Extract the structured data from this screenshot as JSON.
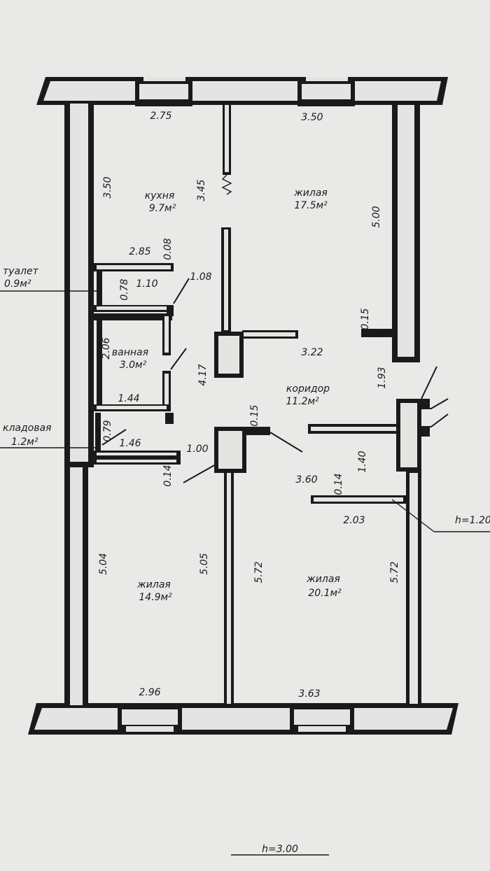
{
  "rooms": {
    "kitchen": {
      "name": "кухня",
      "area": "9.7м²"
    },
    "living_top": {
      "name": "жилая",
      "area": "17.5м²"
    },
    "toilet": {
      "name": "туалет",
      "area": "0.9м²"
    },
    "bathroom": {
      "name": "ванная",
      "area": "3.0м²"
    },
    "corridor": {
      "name": "коридор",
      "area": "11.2м²"
    },
    "storage": {
      "name": "кладовая",
      "area": "1.2м²"
    },
    "living_left": {
      "name": "жилая",
      "area": "14.9м²"
    },
    "living_right": {
      "name": "жилая",
      "area": "20.1м²"
    }
  },
  "dimensions": {
    "kitchen_top": "2.75",
    "living_top_top": "3.50",
    "kitchen_left": "3.50",
    "kitchen_right": "3.45",
    "living_top_right": "5.00",
    "kitchen_bottom": "2.85",
    "kitchen_wall": "0.08",
    "toilet_height": "0.78",
    "toilet_width": "1.10",
    "toilet_door": "1.08",
    "stub": "0.15",
    "corridor_top": "3.22",
    "bath_height": "2.06",
    "corridor_left": "4.17",
    "corridor_right": "1.93",
    "bath_width": "1.44",
    "storage_height": "0.79",
    "storage_width": "1.46",
    "door_mid": "0.15",
    "storage_door": "1.00",
    "storage_wall": "0.14",
    "corridor_mid": "3.60",
    "corridor_depth": "1.40",
    "right_wall": "0.14",
    "right_width": "2.03",
    "ceiling_partial": "h=1.20",
    "left_room_left": "5.04",
    "left_room_right": "5.05",
    "right_room_left": "5.72",
    "right_room_right": "5.72",
    "left_room_bottom": "2.96",
    "right_room_bottom": "3.63",
    "ceiling_height": "h=3.00"
  }
}
